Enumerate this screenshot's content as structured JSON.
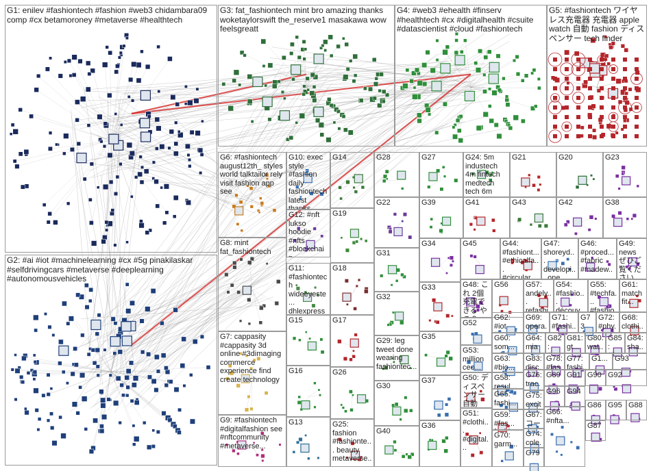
{
  "colors": {
    "background": "#ffffff",
    "group_border": "#9a9a9a",
    "edge_gray": "#8c8c8c",
    "edge_red": "#d42020",
    "node_dark": "#1a2a5c",
    "node_green": "#2f8f3a",
    "node_red": "#b3262b",
    "label_text": "#222222"
  },
  "groups": [
    {
      "id": "G1",
      "label": "G1: enilev #fashiontech #fashion #web3 chidambara09 comp #cx betamoroney #metaverse #healthtech",
      "node_color": "#1a2a5c",
      "size": "big"
    },
    {
      "id": "G2",
      "label": "G2: #ai #iot #machinelearning #cx #5g pinakilaskar #selfdrivingcars #metaverse #deeplearning #autonomousvehicles",
      "node_color": "#1f3f7a",
      "size": "big"
    },
    {
      "id": "G3",
      "label": "G3: fat_fashiontech mint bro amazing thanks woketaylorswift the_reserve1 masakawa wow feelsgreatt",
      "node_color": "#2f6f3a",
      "size": "big"
    },
    {
      "id": "G4",
      "label": "G4: #web3 #ehealth #finserv #healthtech #cx #digitalhealth #csuite #datascientist #cloud #fashiontech",
      "node_color": "#2f8f3a",
      "size": "big"
    },
    {
      "id": "G5",
      "label": "G5: #fashiontech ワイヤレス充電器 充電器 apple watch 自動 fashion ディスペンサー tech finder",
      "node_color": "#b3262b",
      "size": "big"
    },
    {
      "id": "G6",
      "label": "G6: #fashiontech august12th_ styles world talktailor rely visit fashion app see",
      "node_color": "#c97a1e"
    },
    {
      "id": "G7",
      "label": "G7: cappasity #cappasity 3d online #3dimaging commerce experience find create technology",
      "node_color": "#d8b24a"
    },
    {
      "id": "G8",
      "label": "G8: mint fat_fashiontech",
      "node_color": "#4a4a4a"
    },
    {
      "id": "G9",
      "label": "G9: #fashiontech #digitalfashion see #nftcommunity #metaverse...",
      "node_color": "#b02f7a"
    },
    {
      "id": "G10",
      "label": "G10: exec style #fashion daily fashiontech latest thanks",
      "node_color": "#3a6fb0"
    },
    {
      "id": "G11",
      "label": "G11: #fashiontech wideeyeste... dhlexpress aw18...",
      "node_color": "#4a8a4a"
    },
    {
      "id": "G12",
      "label": "G12: #nft lukso hoodie #nfts #blockchain cadcrypto...",
      "node_color": "#6a3a9a"
    },
    {
      "id": "G13",
      "label": "G13",
      "node_color": "#2f6f9a"
    },
    {
      "id": "G14",
      "label": "G14",
      "node_color": "#3a7a3a"
    },
    {
      "id": "G15",
      "label": "G15",
      "node_color": "#2f8f3a"
    },
    {
      "id": "G16",
      "label": "G16",
      "node_color": "#2f8f3a"
    },
    {
      "id": "G17",
      "label": "G17",
      "node_color": "#b3262b"
    },
    {
      "id": "G18",
      "label": "G18",
      "node_color": "#7a2f2f"
    },
    {
      "id": "G19",
      "label": "G19",
      "node_color": "#3a8a3a"
    },
    {
      "id": "G20",
      "label": "G20",
      "node_color": "#2f6f3a"
    },
    {
      "id": "G21",
      "label": "G21",
      "node_color": "#b3262b"
    },
    {
      "id": "G22",
      "label": "G22",
      "node_color": "#6a3a9a"
    },
    {
      "id": "G23",
      "label": "G23",
      "node_color": "#7a2fa0"
    },
    {
      "id": "G24",
      "label": "G24: 5m industech 4m fintech medtech tech 6m",
      "node_color": "#2f8f3a"
    },
    {
      "id": "G25",
      "label": "G25: fashion #fashionte... beauty metaverse...",
      "node_color": "#b3262b"
    },
    {
      "id": "G26",
      "label": "G26",
      "node_color": "#2f8f3a"
    },
    {
      "id": "G27",
      "label": "G27",
      "node_color": "#2f8f3a"
    },
    {
      "id": "G28",
      "label": "G28",
      "node_color": "#2f8f3a"
    },
    {
      "id": "G29",
      "label": "G29: leg tweet done wearing fashiontec...",
      "node_color": "#3a7a3a"
    },
    {
      "id": "G30",
      "label": "G30",
      "node_color": "#2f8f3a"
    },
    {
      "id": "G31",
      "label": "G31",
      "node_color": "#2f8f3a"
    },
    {
      "id": "G32",
      "label": "G32",
      "node_color": "#2f8f3a"
    },
    {
      "id": "G33",
      "label": "G33",
      "node_color": "#b3262b"
    },
    {
      "id": "G34",
      "label": "G34",
      "node_color": "#7a2fa0"
    },
    {
      "id": "G35",
      "label": "G35",
      "node_color": "#2f8f3a"
    },
    {
      "id": "G36",
      "label": "G36",
      "node_color": "#2f8f3a"
    },
    {
      "id": "G37",
      "label": "G37",
      "node_color": "#3a6fb0"
    },
    {
      "id": "G38",
      "label": "G38",
      "node_color": "#7a2fa0"
    },
    {
      "id": "G39",
      "label": "G39",
      "node_color": "#2f8f3a"
    },
    {
      "id": "G40",
      "label": "G40",
      "node_color": "#2f8f3a"
    },
    {
      "id": "G41",
      "label": "G41",
      "node_color": "#b3262b"
    },
    {
      "id": "G42",
      "label": "G42",
      "node_color": "#7a2fa0"
    },
    {
      "id": "G43",
      "label": "G43",
      "node_color": "#3a7a3a"
    },
    {
      "id": "G44",
      "label": "G44: #fashiont... #ethicalfa... #circular...",
      "node_color": "#b3262b"
    },
    {
      "id": "G45",
      "label": "G45",
      "node_color": "#7a2fa0"
    },
    {
      "id": "G46",
      "label": "G46: #proced... #fabric #madew...",
      "node_color": "#7a2fa0"
    },
    {
      "id": "G47",
      "label": "G47: shoreyd... developi... one...",
      "node_color": "#3a6fb0"
    },
    {
      "id": "G48",
      "label": "G48: これ 2個充電できる やつ 3...",
      "node_color": "#7a2fa0"
    },
    {
      "id": "G49",
      "label": "G49: news ぜひご覧ください...",
      "node_color": "#7a2fa0"
    },
    {
      "id": "G50",
      "label": "G50: ディスペンサー 自動 バ...",
      "node_color": "#b3262b"
    },
    {
      "id": "G51",
      "label": "G51: #clothi... #digital...",
      "node_color": "#b3262b"
    },
    {
      "id": "G52",
      "label": "G52",
      "node_color": "#3a6fb0"
    },
    {
      "id": "G53",
      "label": "G53: million ceo...",
      "node_color": "#3a6fb0"
    },
    {
      "id": "G54",
      "label": "G54: #fashio... découv...",
      "node_color": "#7a2fa0"
    },
    {
      "id": "G55",
      "label": "G55: #techfa... #fashio...",
      "node_color": "#7a2fa0"
    },
    {
      "id": "G56",
      "label": "G56",
      "node_color": "#b3262b"
    },
    {
      "id": "G57",
      "label": "G57: andely... refashi...",
      "node_color": "#b3262b"
    },
    {
      "id": "G58",
      "label": "G58: resul... functi...",
      "node_color": "#3a6fb0"
    },
    {
      "id": "G59",
      "label": "G59: #fas... fashi...",
      "node_color": "#b3262b"
    },
    {
      "id": "G60",
      "label": "G60: som... mint...",
      "node_color": "#3a6fb0"
    },
    {
      "id": "G61",
      "label": "G61: match fit...",
      "node_color": "#b3262b"
    },
    {
      "id": "G62",
      "label": "G62: #iot #tec...",
      "node_color": "#3a6fb0"
    },
    {
      "id": "G63",
      "label": "G63: #bio...",
      "node_color": "#3a6fb0"
    },
    {
      "id": "G64",
      "label": "G64: miam...",
      "node_color": "#3a6fb0"
    },
    {
      "id": "G65",
      "label": "G65: fashi...",
      "node_color": "#3a6fb0"
    },
    {
      "id": "G66",
      "label": "G66: #nfta...",
      "node_color": "#3a6fb0"
    },
    {
      "id": "G67",
      "label": "G67: コード...",
      "node_color": "#3a6fb0"
    },
    {
      "id": "G68",
      "label": "G68: clothi...",
      "node_color": "#b3262b"
    },
    {
      "id": "G69",
      "label": "G69: opera...",
      "node_color": "#3a6fb0"
    },
    {
      "id": "G70",
      "label": "G70: garm...",
      "node_color": "#3a6fb0"
    },
    {
      "id": "G71",
      "label": "G71: #fashi...",
      "node_color": "#7a2fa0"
    },
    {
      "id": "G72",
      "label": "G72: #phy...",
      "node_color": "#7a2fa0"
    },
    {
      "id": "G73",
      "label": "G73",
      "node_color": "#3a6fb0"
    },
    {
      "id": "G74",
      "label": "G74: cole...",
      "node_color": "#3a6fb0"
    },
    {
      "id": "G75",
      "label": "G75: excit...",
      "node_color": "#3a6fb0"
    },
    {
      "id": "G76",
      "label": "G76: trac...",
      "node_color": "#3a6fb0"
    },
    {
      "id": "G77",
      "label": "G77: fashi...",
      "node_color": "#7a2fa0"
    },
    {
      "id": "G78",
      "label": "G78: #fash...",
      "node_color": "#7a2fa0"
    },
    {
      "id": "G79",
      "label": "G79",
      "node_color": "#3a6fb0"
    },
    {
      "id": "G80",
      "label": "G80: wat...",
      "node_color": "#7a2fa0"
    },
    {
      "id": "G81",
      "label": "G81: gt...",
      "node_color": "#7a2fa0"
    },
    {
      "id": "G82",
      "label": "G82: #sa...",
      "node_color": "#7a2fa0"
    },
    {
      "id": "G83",
      "label": "G83: disc...",
      "node_color": "#7a2fa0"
    },
    {
      "id": "G84",
      "label": "G84: sha...",
      "node_color": "#7a2fa0"
    },
    {
      "id": "G85",
      "label": "G85: #fas...",
      "node_color": "#7a2fa0"
    },
    {
      "id": "G86",
      "label": "G86",
      "node_color": "#7a2fa0"
    },
    {
      "id": "G87",
      "label": "G87",
      "node_color": "#7a2fa0"
    },
    {
      "id": "G88",
      "label": "G88",
      "node_color": "#7a2fa0"
    },
    {
      "id": "G89",
      "label": "G89",
      "node_color": "#7a2fa0"
    },
    {
      "id": "G90",
      "label": "G90",
      "node_color": "#7a2fa0"
    },
    {
      "id": "G91",
      "label": "G91",
      "node_color": "#7a2fa0"
    },
    {
      "id": "G92",
      "label": "G92",
      "node_color": "#7a2fa0"
    },
    {
      "id": "G93",
      "label": "G93",
      "node_color": "#7a2fa0"
    },
    {
      "id": "G94",
      "label": "G94",
      "node_color": "#7a2fa0"
    },
    {
      "id": "G95",
      "label": "G95",
      "node_color": "#7a2fa0"
    },
    {
      "id": "G96",
      "label": "G96",
      "node_color": "#7a2fa0"
    },
    {
      "id": "G1x",
      "label": "G1...",
      "node_color": "#7a2fa0"
    }
  ]
}
